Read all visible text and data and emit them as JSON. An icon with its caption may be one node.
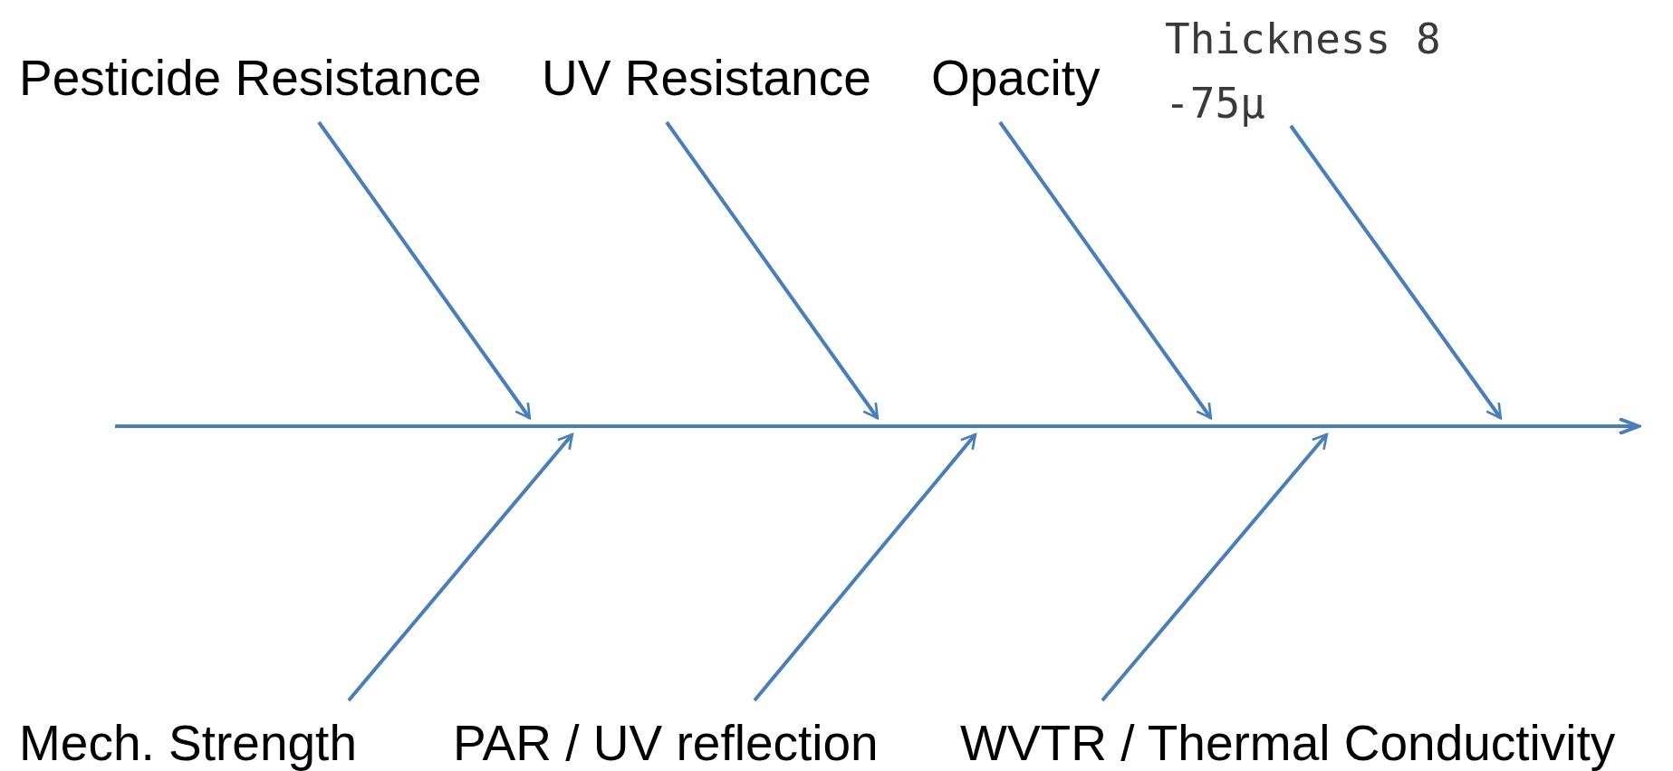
{
  "diagram": {
    "nodes": [
      {
        "text": [
          "Pesticide Resistance"
        ]
      },
      {
        "text": [
          "UV Resistance"
        ]
      },
      {
        "text": [
          "Opacity"
        ]
      },
      {
        "text": [
          "Thickness 8 -75μ"
        ]
      },
      {
        "text": [
          "Mech. Strength"
        ]
      },
      {
        "text": [
          "PAR / UV reflection"
        ]
      },
      {
        "text": [
          "WVTR / Thermal Conductivity"
        ]
      },
      {
        "text": [],
        "shape": "arrow"
      }
    ],
    "edges": [
      {
        "from": 0,
        "to": 7,
        "arrow": "to"
      },
      {
        "from": 1,
        "to": 7,
        "arrow": "to"
      },
      {
        "from": 2,
        "to": 7,
        "arrow": "to"
      },
      {
        "from": 3,
        "to": 7,
        "arrow": "to"
      },
      {
        "from": 4,
        "to": 7,
        "arrow": "to"
      },
      {
        "from": 5,
        "to": 7,
        "arrow": "to"
      },
      {
        "from": 6,
        "to": 7,
        "arrow": "to"
      }
    ]
  }
}
